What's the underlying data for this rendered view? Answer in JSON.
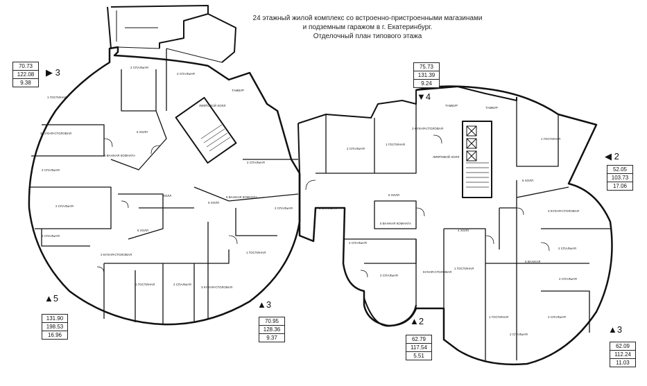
{
  "title": {
    "line1": "24 этажный жилой комплекс со встроенно-пристроенными магазинами",
    "line2": "и подземным гаражом в г. Екатеринбург.",
    "line3": "Отделочный план типового этажа"
  },
  "units": [
    {
      "marker": "▶ 3",
      "area1": "70.73",
      "area2": "122.08",
      "area3": "9.38"
    },
    {
      "marker": "▼4",
      "area1": "75.73",
      "area2": "131.39",
      "area3": "9.24"
    },
    {
      "marker": "◀ 2",
      "area1": "52.05",
      "area2": "103.73",
      "area3": "17.06"
    },
    {
      "marker": "▲5",
      "area1": "131.90",
      "area2": "198.53",
      "area3": "16.96"
    },
    {
      "marker": "▲3",
      "area1": "70.95",
      "area2": "128.36",
      "area3": "9.37"
    },
    {
      "marker": "▲2",
      "area1": "62.79",
      "area2": "117.54",
      "area3": "5.51"
    },
    {
      "marker": "▲3",
      "area1": "62.09",
      "area2": "112.24",
      "area3": "11.03"
    }
  ],
  "rooms": {
    "r1": {
      "num": "1",
      "name": "ГОСТИНАЯ"
    },
    "r2": {
      "num": "2",
      "name": "СПАЛЬНЯ"
    },
    "r3": {
      "num": "2",
      "name": "СПАЛЬНЯ"
    },
    "r4": {
      "num": "2",
      "name": "СПАЛЬНЯ"
    },
    "r5": {
      "num": "3",
      "name": "КУХНЯ-СТОЛОВАЯ"
    },
    "r6": {
      "num": "6",
      "name": "ХОЛЛ"
    },
    "r7": {
      "num": "2",
      "name": "СПАЛЬНЯ"
    },
    "r8": {
      "num": "2",
      "name": "СПАЛЬНЯ"
    },
    "r9": {
      "num": "5",
      "name": "ВАННАЯ КОМНАТА"
    },
    "r10": {
      "num": "",
      "name": "ХОЛЛ"
    },
    "r11": {
      "num": "6",
      "name": "ХОЛЛ"
    },
    "r12": {
      "num": "3",
      "name": "КУХНЯ-СТОЛОВАЯ"
    },
    "r13": {
      "num": "1",
      "name": "ГОСТИНАЯ"
    },
    "r14": {
      "num": "2",
      "name": "СПАЛЬНЯ"
    },
    "r15": {
      "num": "",
      "name": "ЛИФТОВОЙ ХОЛЛ"
    },
    "r16": {
      "num": "",
      "name": "ТАМБУР"
    },
    "r17": {
      "num": "2",
      "name": "СПАЛЬНЯ"
    },
    "r18": {
      "num": "6",
      "name": "ХОЛЛ"
    },
    "r19": {
      "num": "5",
      "name": "ВАННАЯ КОМНАТА"
    },
    "r20": {
      "num": "2",
      "name": "СПАЛЬНЯ"
    },
    "r21": {
      "num": "1",
      "name": "ГОСТИНАЯ"
    },
    "r22": {
      "num": "3",
      "name": "КУХНЯ-СТОЛОВАЯ"
    },
    "r23": {
      "num": "2",
      "name": "СПАЛЬНЯ"
    },
    "r24": {
      "num": "2",
      "name": "СПАЛЬНЯ"
    },
    "r25": {
      "num": "1",
      "name": "ГОСТИНАЯ"
    },
    "r26": {
      "num": "3",
      "name": "КУХНЯ-СТОЛОВАЯ"
    },
    "r27": {
      "num": "",
      "name": "ЛИФТОВОЙ ХОЛЛ"
    },
    "r28": {
      "num": "6",
      "name": "ХОЛЛ"
    },
    "r29": {
      "num": "5",
      "name": "ВАННАЯ КОМНАТА"
    },
    "r30": {
      "num": "4",
      "name": "ХОЛЛ"
    },
    "r31": {
      "num": "2",
      "name": "СПАЛЬНЯ"
    },
    "r32": {
      "num": "1",
      "name": "ГОСТИНАЯ"
    },
    "r33": {
      "num": "",
      "name": "КУХНЯ-СТОЛОВАЯ"
    },
    "r34": {
      "num": "2",
      "name": "СПАЛЬНЯ"
    },
    "r35": {
      "num": "1",
      "name": "ГОСТИНАЯ"
    },
    "r36": {
      "num": "3",
      "name": "КУХНЯ-СТОЛОВАЯ"
    },
    "r37": {
      "num": "6",
      "name": "ХОЛЛ"
    },
    "r38": {
      "num": "2",
      "name": "СПАЛЬНЯ"
    },
    "r39": {
      "num": "2",
      "name": "СПАЛЬНЯ"
    },
    "r40": {
      "num": "2",
      "name": "СПАЛЬНЯ"
    },
    "r41": {
      "num": "2",
      "name": "СПАЛЬНЯ"
    },
    "r42": {
      "num": "1",
      "name": "ГОСТИНАЯ"
    },
    "r43": {
      "num": "5",
      "name": "ВАННАЯ"
    },
    "r44": {
      "num": "",
      "name": "ТАМБУР"
    },
    "r45": {
      "num": "",
      "name": "ТАМБУР"
    }
  }
}
